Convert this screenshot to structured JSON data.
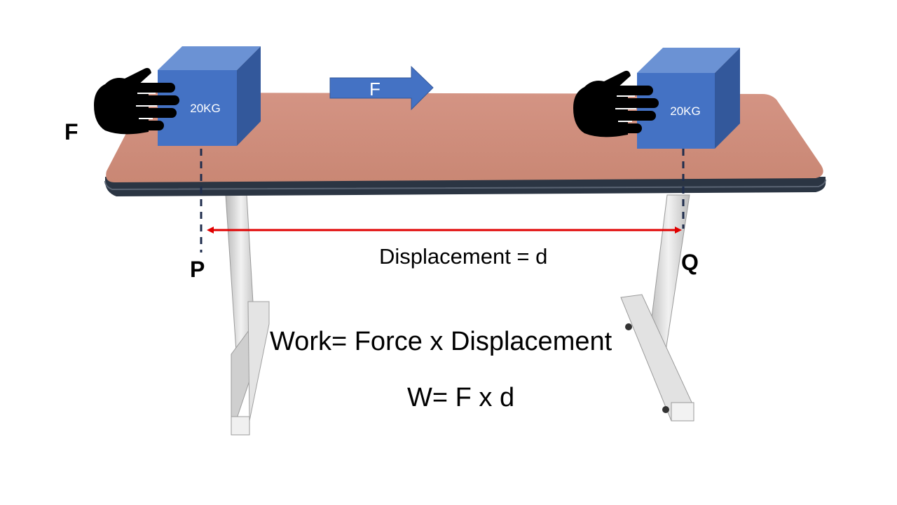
{
  "block_left": {
    "mass_label": "20KG"
  },
  "block_right": {
    "mass_label": "20KG"
  },
  "force_arrow": {
    "label": "F"
  },
  "labels": {
    "force": "F",
    "start_point": "P",
    "end_point": "Q",
    "displacement": "Displacement  = d"
  },
  "equations": {
    "word_form": "Work=  Force x Displacement",
    "symbol_form": "W=  F x d"
  },
  "colors": {
    "table_top": "#cd8b78",
    "table_edge": "#2b3543",
    "block_front": "#4472c4",
    "block_top": "#6b92d4",
    "block_side": "#33589b",
    "hand": "#000000",
    "displacement_arrow": "#e00000",
    "dashed_line": "#1f2d4d",
    "legs": "#dcdcdc"
  }
}
